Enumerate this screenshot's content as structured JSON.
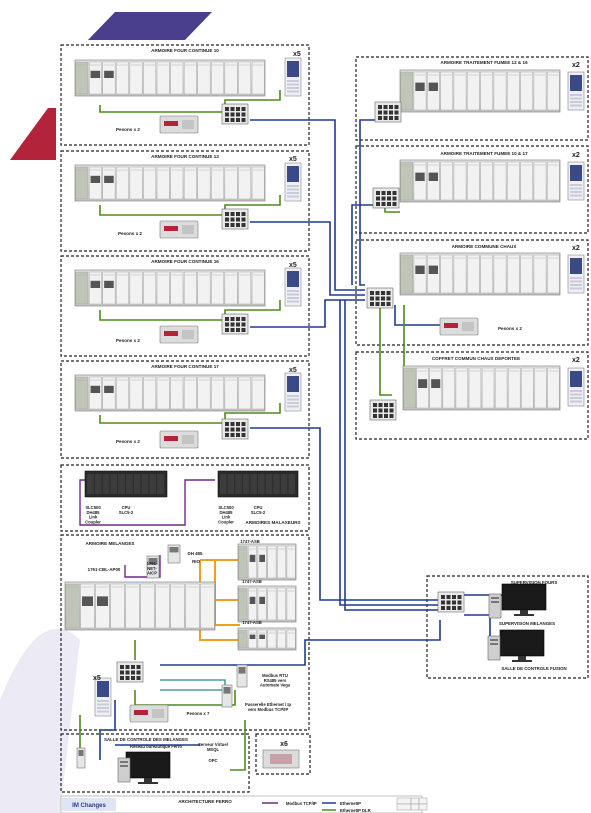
{
  "diagram": {
    "cabinets": {
      "four10": {
        "title": "ARMOIRE FOUR CONTINUE 10",
        "mult": "x5",
        "pesons": "Pesons x 2"
      },
      "four13": {
        "title": "ARMOIRE FOUR CONTINUE 13",
        "mult": "x5",
        "pesons": "Pesons x 2"
      },
      "four16": {
        "title": "ARMOIRE FOUR CONTINUE 16",
        "mult": "x5",
        "pesons": "Pesons x 2"
      },
      "four17": {
        "title": "ARMOIRE FOUR CONTINUE 17",
        "mult": "x5",
        "pesons": "Pesons x 2"
      },
      "fumee12": {
        "title": "ARMOIRE TRAITEMENT FUMEE 12 & 16",
        "mult": "x2"
      },
      "fumee10": {
        "title": "ARMOIRE TRAITEMENT FUMEE 10 & 17",
        "mult": "x2"
      },
      "chaux": {
        "title": "ARMOIRE COMMUNE CHAUX",
        "mult": "x2",
        "pesons": "Pesons x 2"
      },
      "coffret": {
        "title": "COFFRET COMMUN CHAUX DEPORTEE",
        "mult": "x2"
      },
      "melanges": {
        "title": "ARMOIRE MELANGES"
      },
      "malaxeurs": {
        "title": "ARMOIRES MALAXEURS"
      }
    },
    "slc": {
      "left_module": "SLC500\nDH485\nLink\nCoupler",
      "left_cpu": "CPU\nSLC5-2",
      "right_module": "SLC500\nDH485\nLink\nCoupler",
      "right_cpu": "CPU\nSLC5-2"
    },
    "melanges_parts": {
      "net_aicp": "1761-\nNET-\nAICP",
      "cbl": "1761-CBL-AP00",
      "dh485": "DH 485",
      "rio": "RIO",
      "rack1": "1747-ASB",
      "rack2": "1747-ASB",
      "rack3": "1747-ASB",
      "mult": "x5",
      "pesons": "Pesons x 7",
      "modbus_rtu": "Modbus RTU\nRS485 vers\nAutomate Vega",
      "passerelle": "Passerelle Ethernet / Ip\nvers Modbus TCP/IP"
    },
    "control_fusion": {
      "sup_fours": "SUPERVISION FOURS",
      "sup_melanges": "SUPERVISION MELANGES",
      "title": "SALLE DE CONTROLE FUSION"
    },
    "control_melanges": {
      "title": "SALLE DE CONTROLE DES MELANGES",
      "reseau": "Réseau bureautique Ferro",
      "serveur": "Serveur Virtuel\nMSQL",
      "opc": "OPC"
    },
    "x6": "x6"
  },
  "footer": {
    "logo": "IM Changes",
    "title": "ARCHITECTURE FERRO",
    "legend": [
      {
        "label": "Modbus TCP/IP",
        "color": "#6f2a86"
      },
      {
        "label": "EthernetIP",
        "color": "#1f3a93"
      },
      {
        "label": "EthernetIP DLR",
        "color": "#4e8a1e"
      }
    ]
  },
  "colors": {
    "accent_red": "#b3243a",
    "accent_purple": "#4a3f8c",
    "ethernet": "#1f3a93",
    "dlr": "#4e8a1e",
    "modbus": "#6f2a86",
    "rio": "#f0a020"
  }
}
